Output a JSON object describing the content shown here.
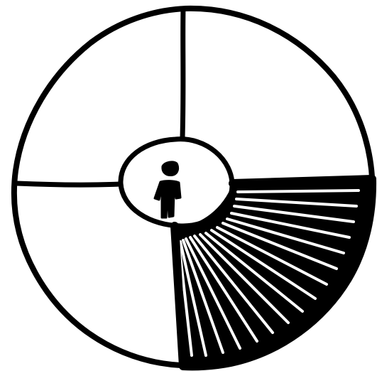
{
  "diagram": {
    "segments": [
      {
        "id": "top-left",
        "filled": false
      },
      {
        "id": "top-right",
        "filled": false
      },
      {
        "id": "bottom-left",
        "filled": false
      },
      {
        "id": "bottom-right",
        "filled": true
      }
    ],
    "center_icon": "person-icon"
  },
  "colors": {
    "ink": "#000000",
    "background": "#ffffff"
  }
}
